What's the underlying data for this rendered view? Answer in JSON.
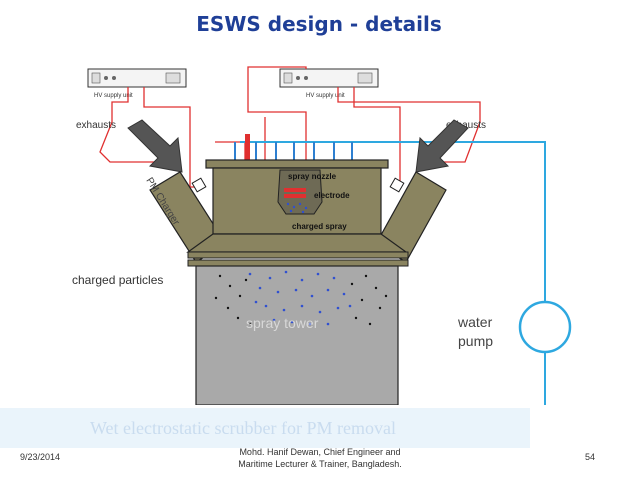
{
  "slide": {
    "title": "ESWS design - details",
    "caption": "Wet electrostatic scrubber for PM removal"
  },
  "diagram": {
    "labels": {
      "hv_supply_left": "HV supply unit",
      "hv_supply_right": "HV supply unit",
      "exhausts_left": "exhausts",
      "exhausts_right": "exhausts",
      "pm_charger": "PM Charger",
      "spray_nozzle": "spray nozzle",
      "electrode": "electrode",
      "charged_spray": "charged spray",
      "charged_particles": "charged particles",
      "spray_tower": "spray tower",
      "water_pump_line1": "water",
      "water_pump_line2": "pump"
    },
    "colors": {
      "wire_red": "#e03030",
      "water_line_blue": "#2ea8e0",
      "chamber_olive": "#8a8460",
      "tower_grey": "#a9a9a9",
      "arrow_grey": "#555555"
    }
  },
  "footer": {
    "date": "9/23/2014",
    "author_line1": "Mohd. Hanif Dewan, Chief Engineer and",
    "author_line2": "Maritime Lecturer & Trainer, Bangladesh.",
    "page_number": "54"
  }
}
